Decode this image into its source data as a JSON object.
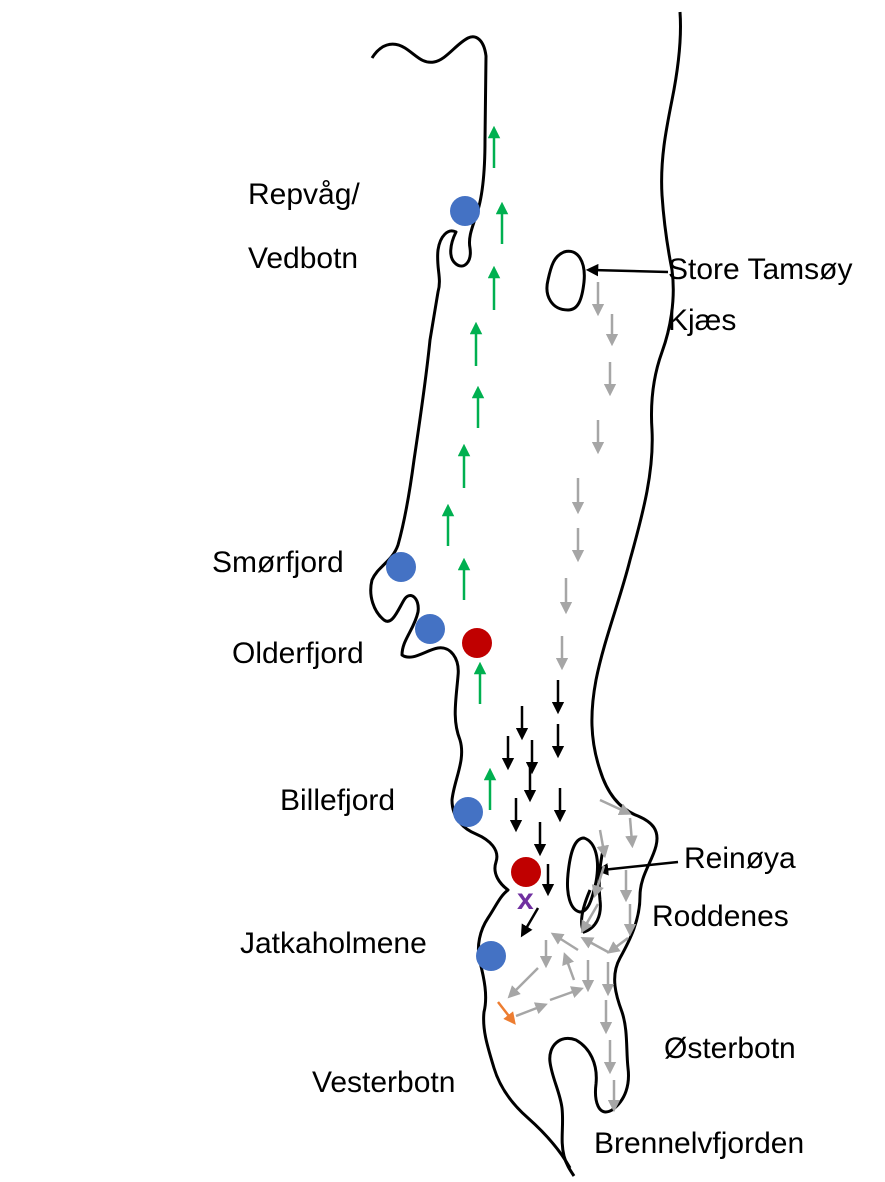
{
  "labels": {
    "repvag": "Repvåg/",
    "vedbotn": "Vedbotn",
    "store_tamsoy": "Store Tamsøy",
    "kjaes": "Kjæs",
    "smorfjord": "Smørfjord",
    "olderfjord": "Olderfjord",
    "billefjord": "Billefjord",
    "reinoya": "Reinøya",
    "roddenes": "Roddenes",
    "jatkaholmene": "Jatkaholmene",
    "osterbotn": "Østerbotn",
    "vesterbotn": "Vesterbotn",
    "brennelvfjorden": "Brennelvfjorden"
  },
  "colors": {
    "coast": "#000000",
    "blue_site": "#4472c4",
    "red_site": "#c00000",
    "green_arrow": "#00b050",
    "gray_arrow": "#a6a6a6",
    "black_arrow": "#000000",
    "orange_arrow": "#ed7d31",
    "x_marker": "#7030a0"
  },
  "markers": {
    "x_symbol": "x"
  }
}
